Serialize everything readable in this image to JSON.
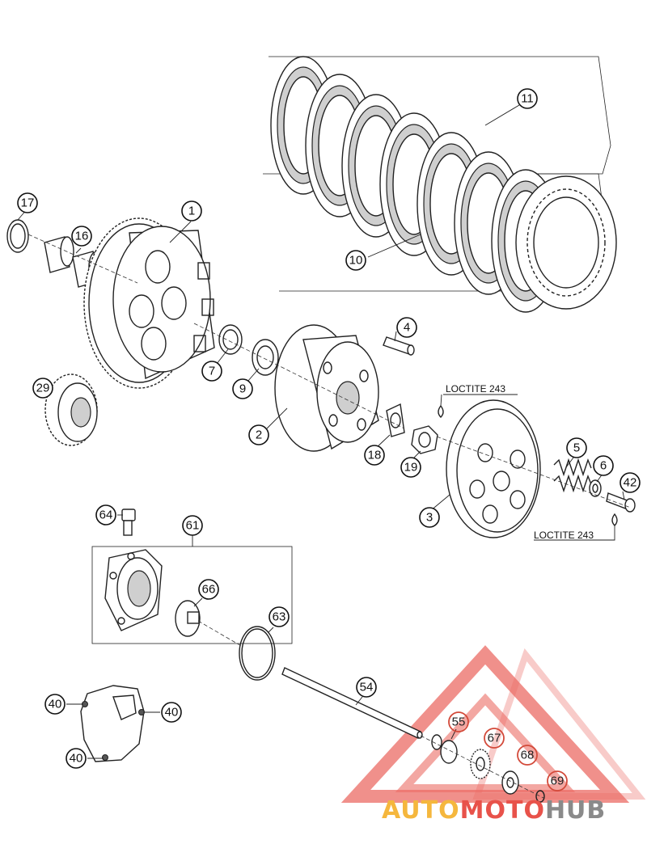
{
  "callouts": {
    "c1": "1",
    "c2": "2",
    "c3": "3",
    "c4": "4",
    "c5": "5",
    "c6": "6",
    "c7": "7",
    "c9": "9",
    "c10": "10",
    "c11": "11",
    "c16": "16",
    "c17": "17",
    "c18": "18",
    "c19": "19",
    "c29": "29",
    "c42": "42",
    "c40a": "40",
    "c40b": "40",
    "c40c": "40",
    "c54": "54",
    "c55": "55",
    "c61": "61",
    "c63": "63",
    "c64": "64",
    "c66": "66",
    "c67": "67",
    "c68": "68",
    "c69": "69"
  },
  "notes": {
    "loctite_top": "LOCTITE 243",
    "loctite_bottom": "LOCTITE 243"
  },
  "watermark": {
    "part1": "AUTO",
    "part2": "MOTO",
    "part3": "HUB",
    "colors": {
      "part1": "#f5b73d",
      "part2": "#e8524a",
      "part3": "#8a8a8a",
      "triangle": "#e8524a"
    }
  }
}
